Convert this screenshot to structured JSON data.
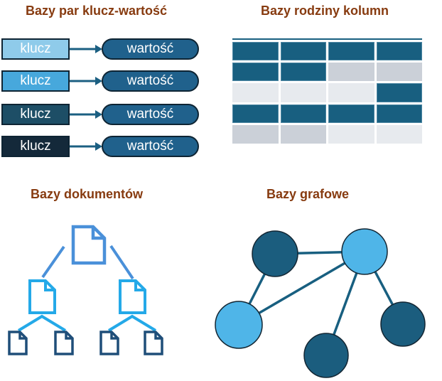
{
  "colors": {
    "background": "#FFFFFF",
    "title_brown": "#873B10",
    "teal": "#185F80",
    "teal_cell_border": "#4E87A3",
    "gray_medium": "#CBD0D8",
    "gray_light": "#E7EAEE",
    "pill_fill": "#20618C",
    "dark_border": "#0E2433",
    "arrow": "#1B5F82",
    "label_text": "#FFFFFF",
    "node_light_blue": "#4FB5E8",
    "node_dark_teal": "#1B5D7E",
    "graph_edge": "#185F80",
    "node_outline": "#132633"
  },
  "quadrants": {
    "key_value": {
      "title": "Bazy par klucz-wartość",
      "key_label": "klucz",
      "value_label": "wartość",
      "rows": [
        {
          "key_fill": "#8FCBEA"
        },
        {
          "key_fill": "#47A8DC"
        },
        {
          "key_fill": "#1D4E66"
        },
        {
          "key_fill": "#14293A"
        }
      ]
    },
    "column_family": {
      "title": "Bazy rodziny kolumn",
      "grid_rows": 5,
      "grid_cols": 4,
      "cells": [
        [
          "teal",
          "teal",
          "teal",
          "teal"
        ],
        [
          "teal",
          "teal",
          "gray_medium",
          "gray_medium"
        ],
        [
          "gray_light",
          "gray_light",
          "gray_light",
          "teal"
        ],
        [
          "teal",
          "teal",
          "teal",
          "teal"
        ],
        [
          "gray_medium",
          "gray_medium",
          "gray_light",
          "gray_light"
        ]
      ]
    },
    "documents": {
      "title": "Bazy dokumentów",
      "root_count": 1,
      "mid_count": 2,
      "leaf_count": 4,
      "root_color": "#4A90D9",
      "mid_color": "#24A9E8",
      "leaf_color": "#1F4E79"
    },
    "graph": {
      "title": "Bazy grafowe",
      "nodes": [
        {
          "id": 0,
          "shade": "dark"
        },
        {
          "id": 1,
          "shade": "light"
        },
        {
          "id": 2,
          "shade": "light"
        },
        {
          "id": 3,
          "shade": "dark"
        },
        {
          "id": 4,
          "shade": "dark"
        }
      ],
      "edges": [
        [
          0,
          1
        ],
        [
          0,
          2
        ],
        [
          1,
          2
        ],
        [
          1,
          3
        ],
        [
          1,
          4
        ]
      ]
    }
  }
}
